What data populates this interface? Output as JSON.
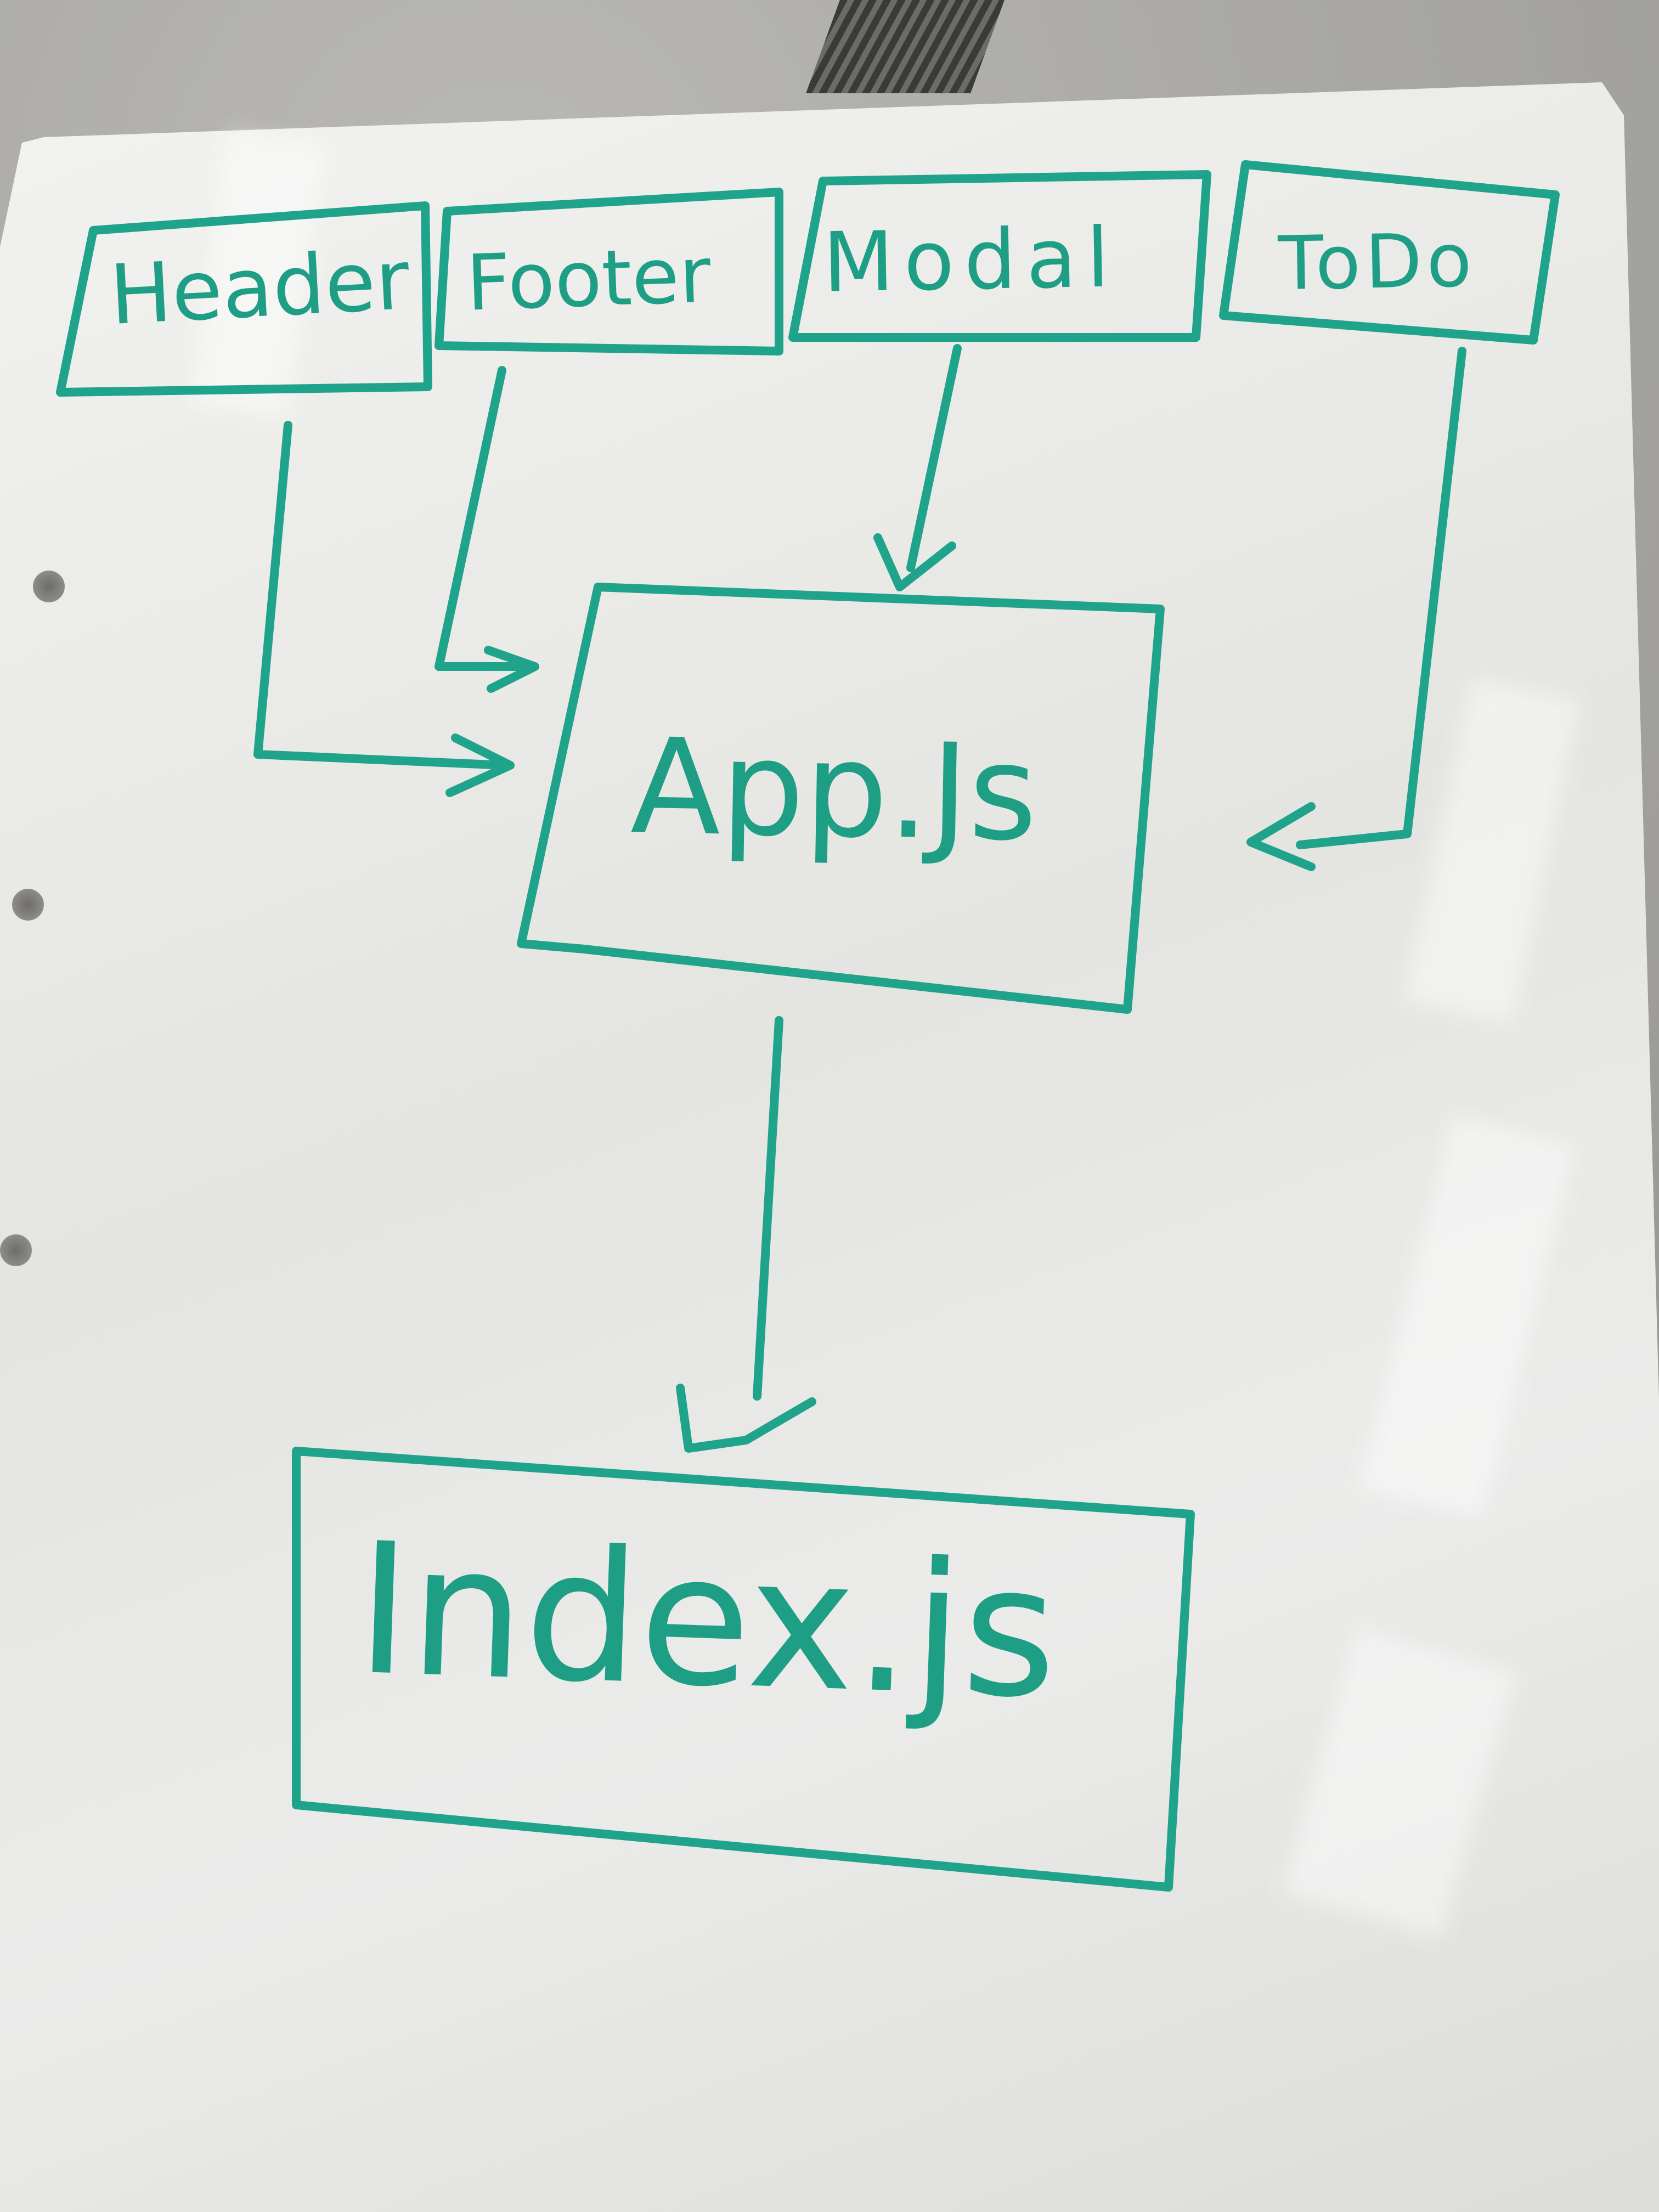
{
  "diagram": {
    "ink_color": "#1fa38a",
    "nodes": [
      {
        "id": "header",
        "label": "Header"
      },
      {
        "id": "footer",
        "label": "Footer"
      },
      {
        "id": "modal",
        "label": "Modal"
      },
      {
        "id": "todo",
        "label": "ToDo"
      },
      {
        "id": "app",
        "label": "App.Js"
      },
      {
        "id": "index",
        "label": "Index.js"
      }
    ],
    "edges": [
      {
        "from": "header",
        "to": "app"
      },
      {
        "from": "footer",
        "to": "app"
      },
      {
        "from": "modal",
        "to": "app"
      },
      {
        "from": "todo",
        "to": "app"
      },
      {
        "from": "app",
        "to": "index"
      }
    ]
  }
}
